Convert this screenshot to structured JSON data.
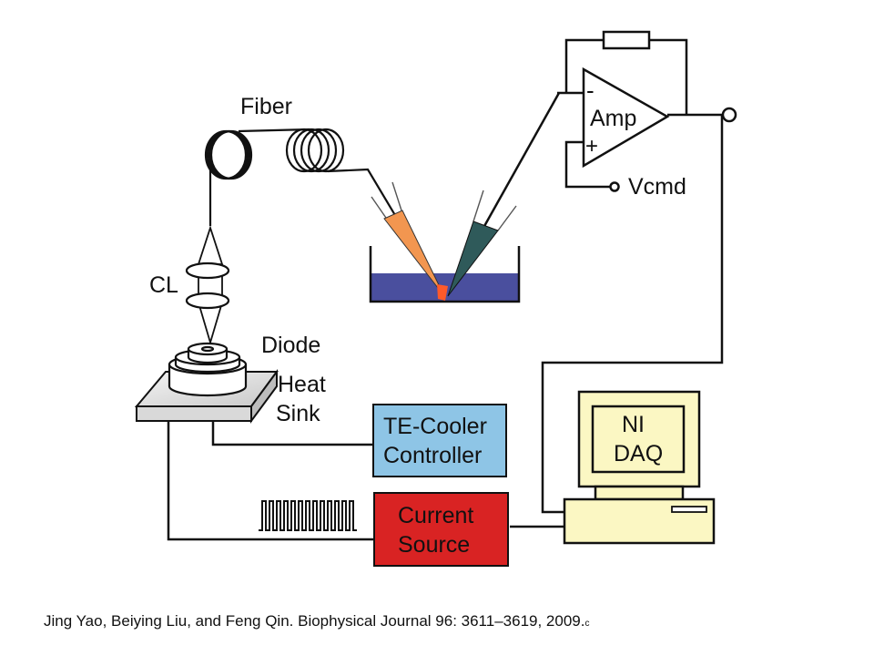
{
  "labels": {
    "fiber": "Fiber",
    "cl": "CL",
    "diode": "Diode",
    "heat_sink_1": "Heat",
    "heat_sink_2": "Sink",
    "amp_minus": "-",
    "amp_name": "Amp",
    "amp_plus": "+",
    "vcmd": "Vcmd",
    "te_cooler_1": "TE-Cooler",
    "te_cooler_2": "Controller",
    "current_source_1": "Current",
    "current_source_2": "Source",
    "daq_1": "NI",
    "daq_2": "DAQ"
  },
  "citation": {
    "text": "Jing Yao, Beiying Liu, and Feng Qin. Biophysical Journal 96: 3611–3619, 2009.",
    "tail": "c"
  },
  "colors": {
    "te_cooler_box": "#8ec5e6",
    "current_source_box": "#d92323",
    "computer_body": "#fbf7c3",
    "bath_liquid": "#4a4f9e",
    "orange_pipette": "#f29650",
    "green_pipette": "#2f5a5a",
    "lines": "#111111"
  }
}
